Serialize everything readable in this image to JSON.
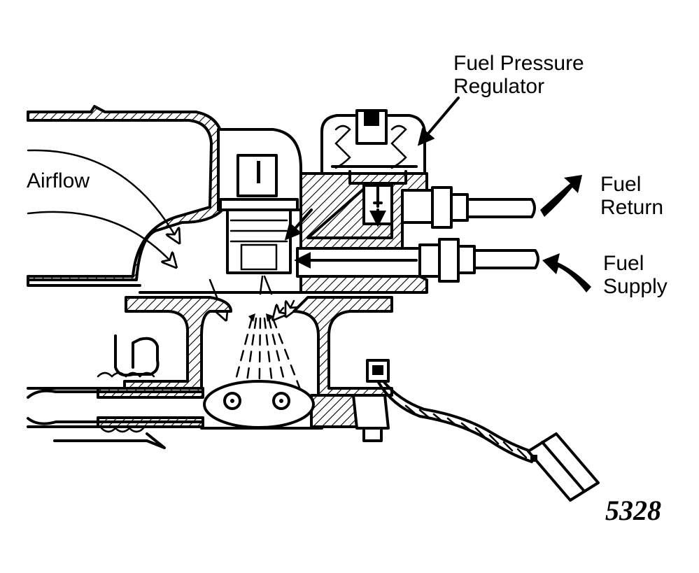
{
  "labels": {
    "fuel_pressure_regulator": [
      "Fuel Pressure",
      "Regulator"
    ],
    "airflow": "Airflow",
    "fuel_return": [
      "Fuel",
      "Return"
    ],
    "fuel_supply": [
      "Fuel",
      "Supply"
    ]
  },
  "figure_number": "5328",
  "colors": {
    "ink": "#000000",
    "paper": "#ffffff"
  }
}
